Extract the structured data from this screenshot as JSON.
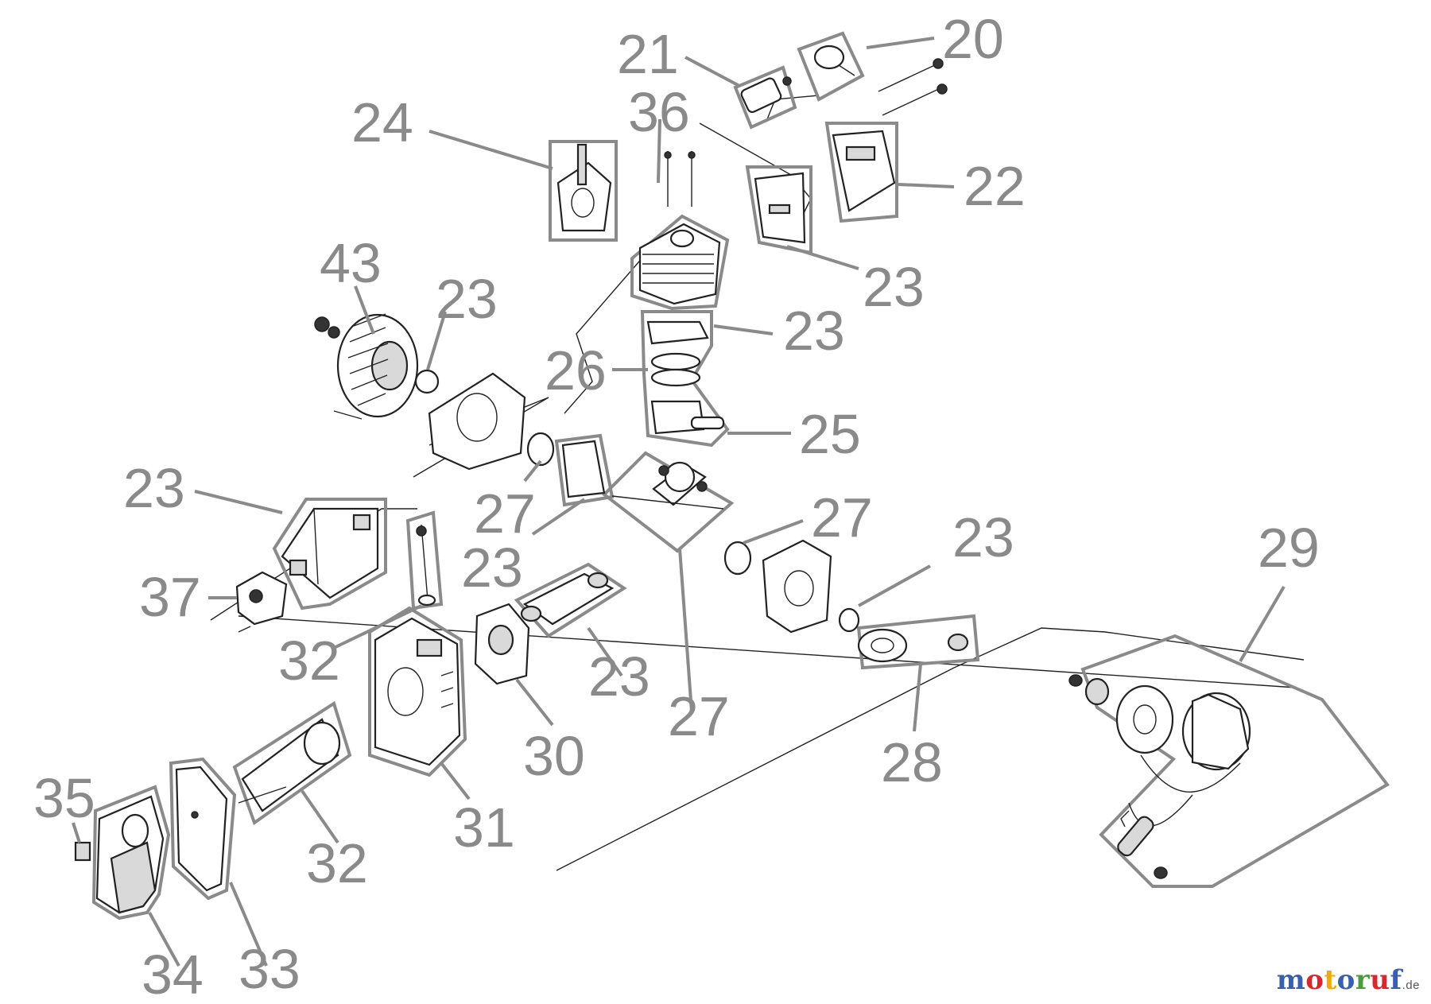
{
  "diagram": {
    "callouts": [
      {
        "id": "c20",
        "text": "20"
      },
      {
        "id": "c21",
        "text": "21"
      },
      {
        "id": "c36",
        "text": "36"
      },
      {
        "id": "c24",
        "text": "24"
      },
      {
        "id": "c22",
        "text": "22"
      },
      {
        "id": "c23a",
        "text": "23"
      },
      {
        "id": "c43",
        "text": "43"
      },
      {
        "id": "c23b",
        "text": "23"
      },
      {
        "id": "c23c",
        "text": "23"
      },
      {
        "id": "c26",
        "text": "26"
      },
      {
        "id": "c25",
        "text": "25"
      },
      {
        "id": "c23d",
        "text": "23"
      },
      {
        "id": "c27a",
        "text": "27"
      },
      {
        "id": "c27b",
        "text": "27"
      },
      {
        "id": "c23e",
        "text": "23"
      },
      {
        "id": "c23f",
        "text": "23"
      },
      {
        "id": "c29",
        "text": "29"
      },
      {
        "id": "c37",
        "text": "37"
      },
      {
        "id": "c32a",
        "text": "32"
      },
      {
        "id": "c23g",
        "text": "23"
      },
      {
        "id": "c30",
        "text": "30"
      },
      {
        "id": "c27c",
        "text": "27"
      },
      {
        "id": "c28",
        "text": "28"
      },
      {
        "id": "c35",
        "text": "35"
      },
      {
        "id": "c31",
        "text": "31"
      },
      {
        "id": "c32b",
        "text": "32"
      },
      {
        "id": "c34",
        "text": "34"
      },
      {
        "id": "c33",
        "text": "33"
      }
    ]
  },
  "brand": {
    "letters": [
      {
        "char": "m",
        "color": "#3a5fae"
      },
      {
        "char": "o",
        "color": "#d9272e"
      },
      {
        "char": "t",
        "color": "#f2a900"
      },
      {
        "char": "o",
        "color": "#3a5fae"
      },
      {
        "char": "r",
        "color": "#4a9a3e"
      },
      {
        "char": "u",
        "color": "#d9272e"
      },
      {
        "char": "f",
        "color": "#3a5fae"
      }
    ],
    "suffix": ".de"
  }
}
